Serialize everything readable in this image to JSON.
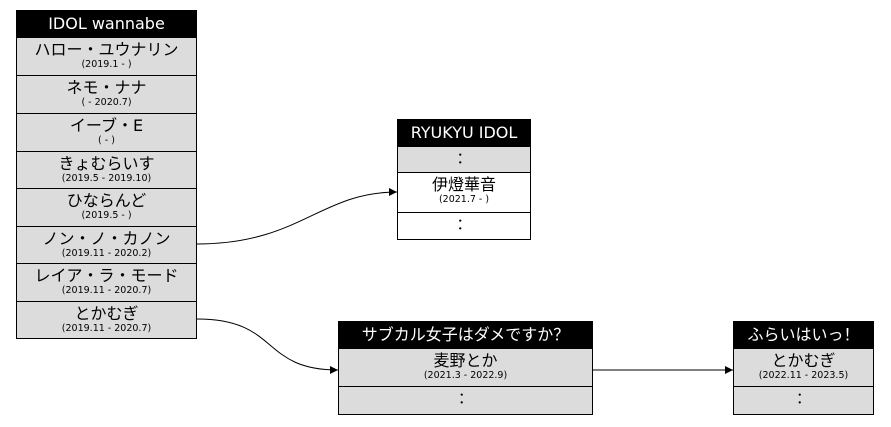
{
  "tables": {
    "idol_wannabe": {
      "title": "IDOL wannabe",
      "members": [
        {
          "name": "ハロー・ユウナリン",
          "period": "(2019.1 - )"
        },
        {
          "name": "ネモ・ナナ",
          "period": "( - 2020.7)"
        },
        {
          "name": "イーブ・E",
          "period": "( - )"
        },
        {
          "name": "きょむらいす",
          "period": "(2019.5 - 2019.10)"
        },
        {
          "name": "ひならんど",
          "period": "(2019.5 - )"
        },
        {
          "name": "ノン・ノ・カノン",
          "period": "(2019.11 - 2020.2)"
        },
        {
          "name": "レイア・ラ・モード",
          "period": "(2019.11 - 2020.7)"
        },
        {
          "name": "とかむぎ",
          "period": "(2019.11 - 2020.7)"
        }
      ]
    },
    "ryukyu_idol": {
      "title": "RYUKYU IDOL",
      "top_ellipsis": "：",
      "members": [
        {
          "name": "伊燈華音",
          "period": "(2021.7 - )"
        }
      ],
      "bottom_ellipsis": "："
    },
    "subukaru": {
      "title": "サブカル女子はダメですか？",
      "members": [
        {
          "name": "麦野とか",
          "period": "(2021.3 - 2022.9)"
        }
      ],
      "bottom_ellipsis": "："
    },
    "furaiha": {
      "title": "ふらいはいっ！",
      "members": [
        {
          "name": "とかむぎ",
          "period": "(2022.11 - 2023.5)"
        }
      ],
      "bottom_ellipsis": "："
    }
  },
  "colors": {
    "header_bg": "#000000",
    "header_text": "#ffffff",
    "row_gray": "#dcdcdc",
    "row_white": "#ffffff",
    "edge": "#000000"
  }
}
